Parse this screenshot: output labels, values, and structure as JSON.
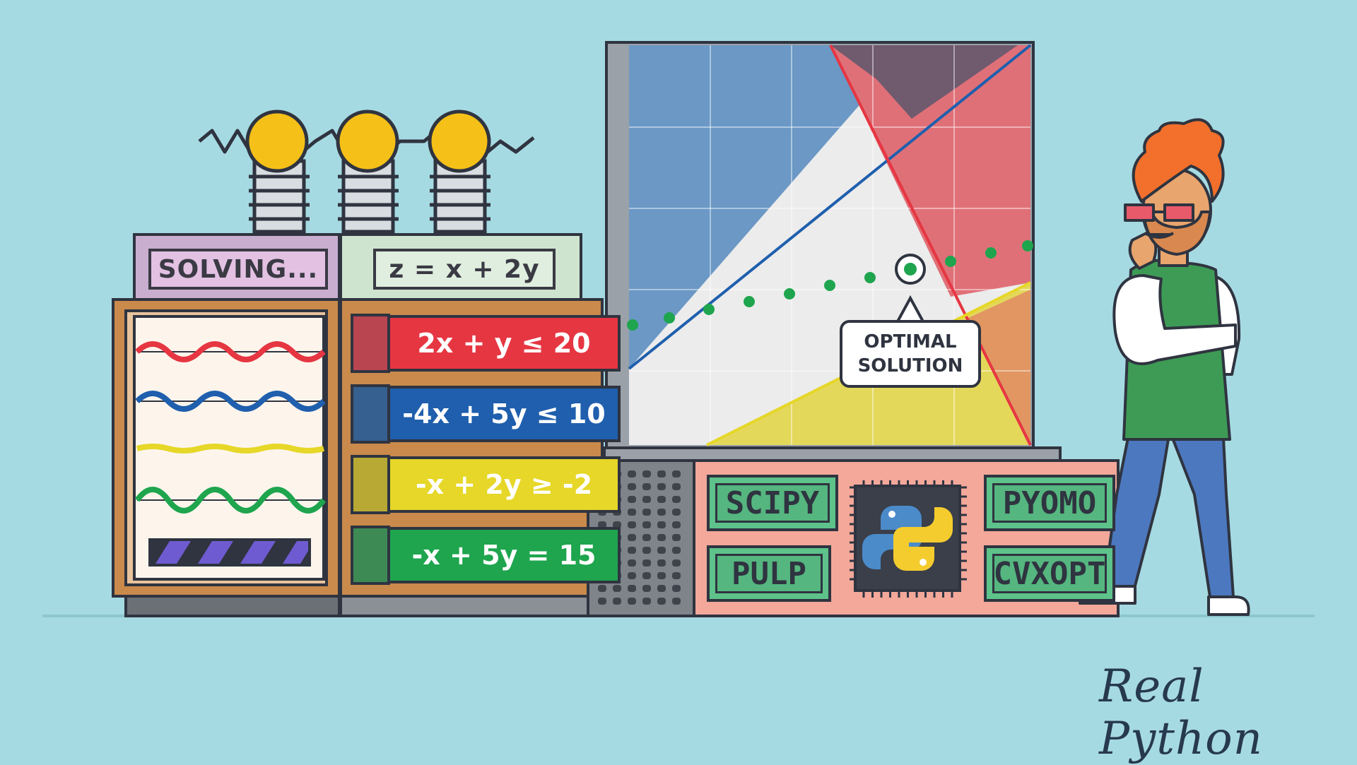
{
  "scene": {
    "status_label": "SOLVING...",
    "objective": "z = x + 2y",
    "constraints": [
      {
        "text": "2x + y ≤ 20",
        "color": "#e63642"
      },
      {
        "text": "-4x + 5y ≤ 10",
        "color": "#1f5fad"
      },
      {
        "text": "-x + 2y ≥ -2",
        "color": "#e6d728"
      },
      {
        "text": "-x + 5y = 15",
        "color": "#1ea54e"
      }
    ],
    "callout": {
      "line1": "OPTIMAL",
      "line2": "SOLUTION"
    },
    "libraries": [
      "SCIPY",
      "PULP",
      "PYOMO",
      "CVXOPT"
    ],
    "chip_icon": "python-logo-icon",
    "brand": "Real Python",
    "colors": {
      "background": "#a6dae2",
      "red": "#e63642",
      "blue": "#1f5fad",
      "yellow": "#e6d728",
      "green": "#1ea54e",
      "dark": "#2f3440"
    }
  }
}
